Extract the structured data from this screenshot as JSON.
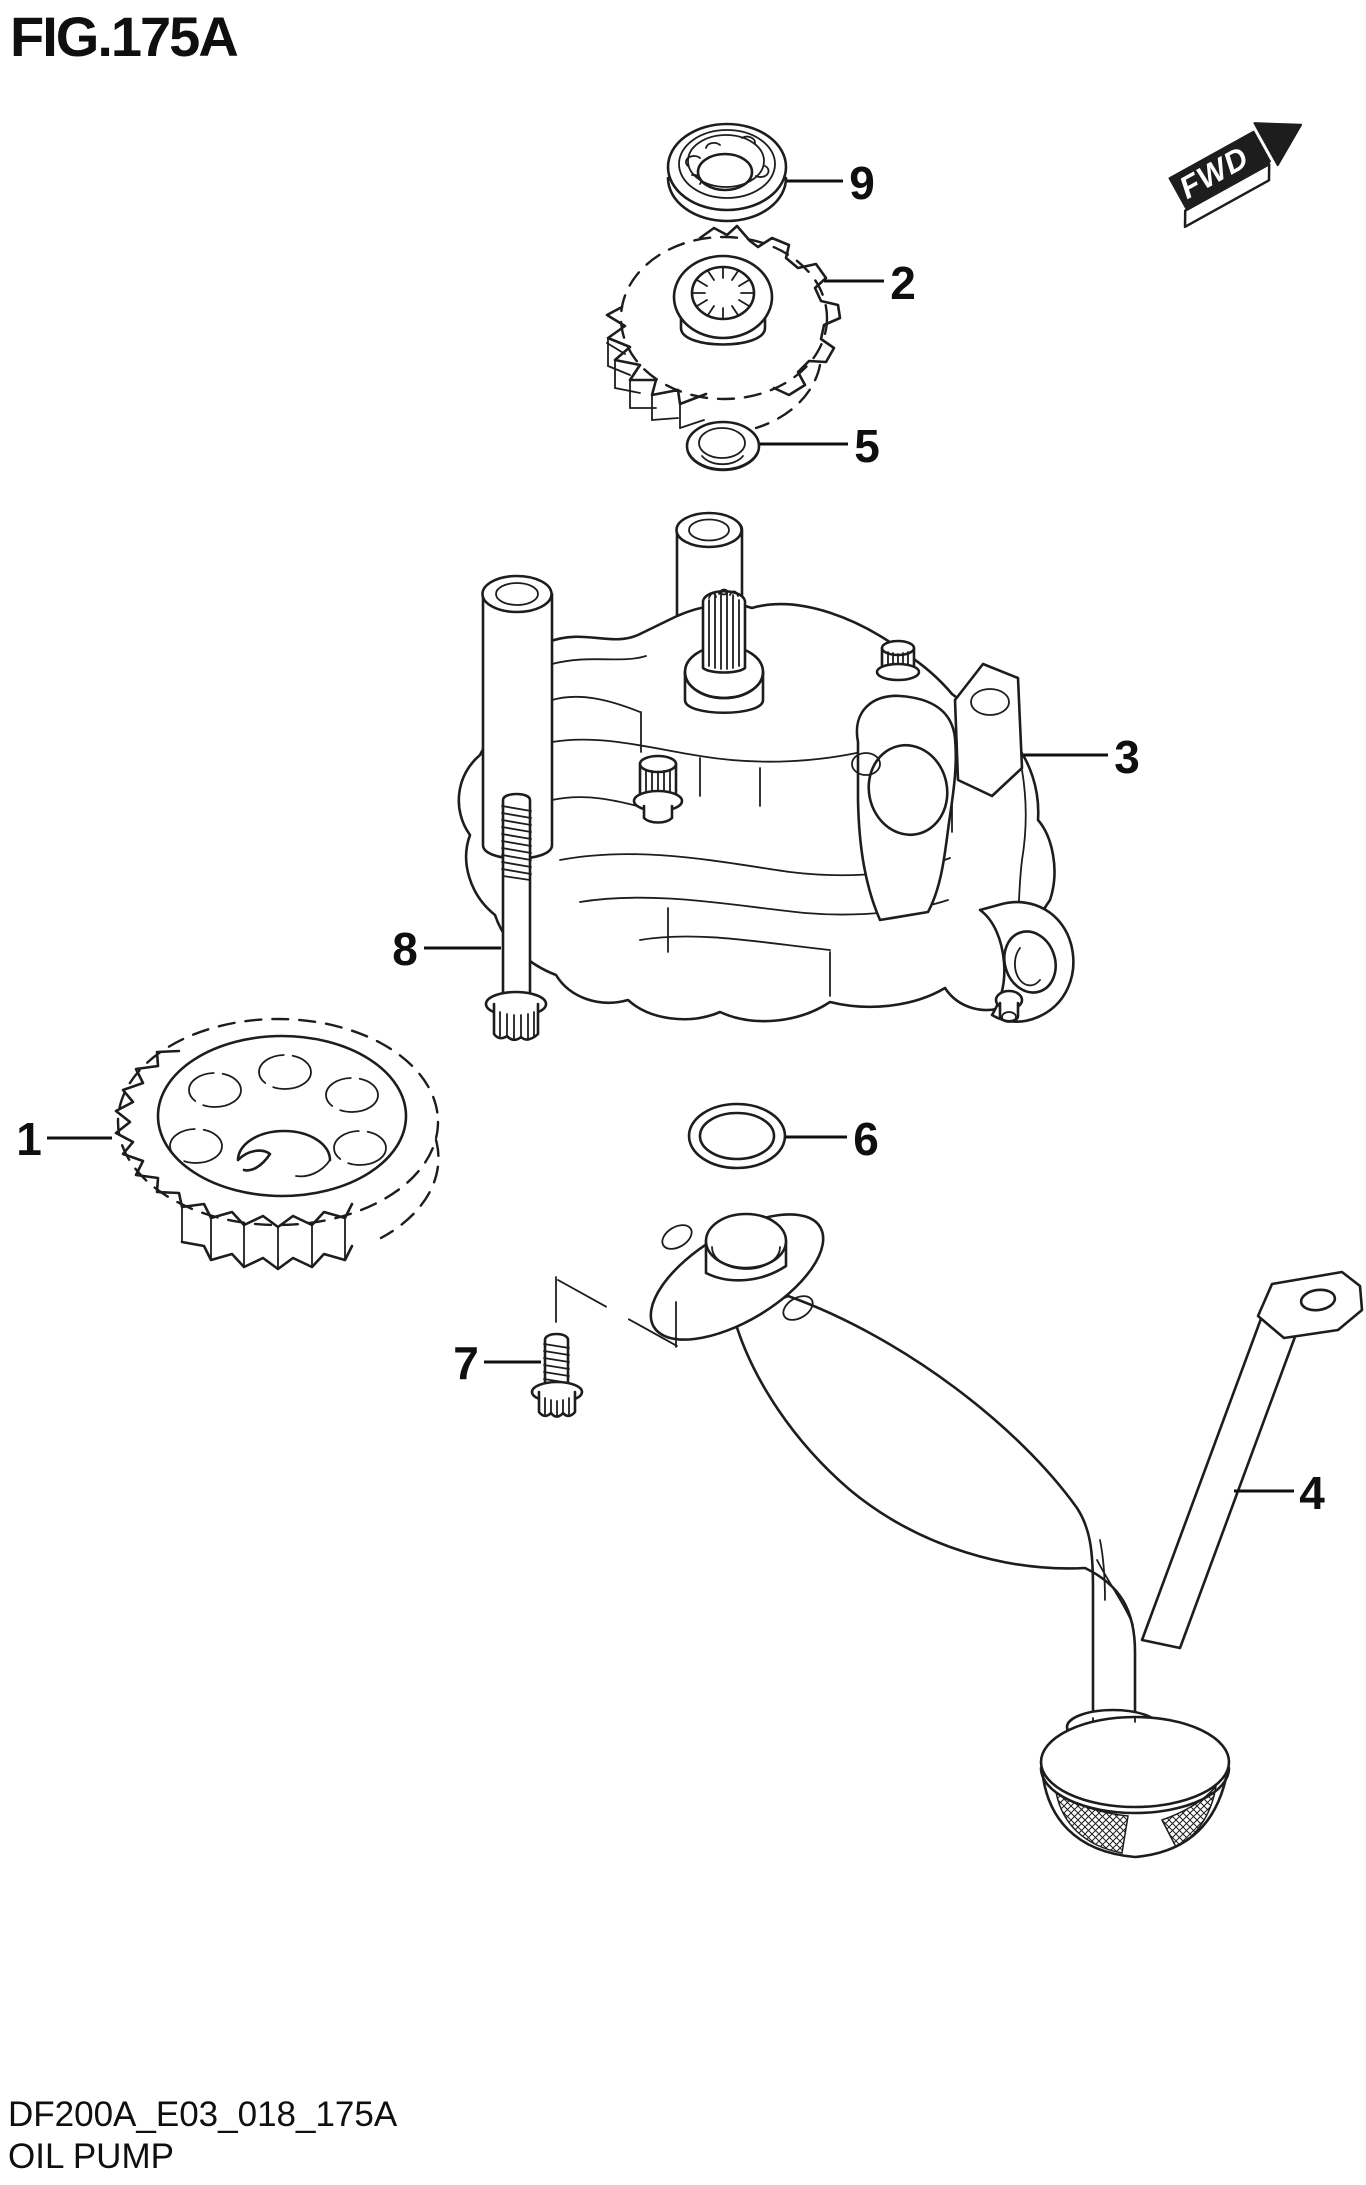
{
  "figure": {
    "title": "FIG.175A"
  },
  "direction_indicator": {
    "label": "FWD"
  },
  "callouts": {
    "c1": {
      "label": "1"
    },
    "c2": {
      "label": "2"
    },
    "c3": {
      "label": "3"
    },
    "c4": {
      "label": "4"
    },
    "c5": {
      "label": "5"
    },
    "c6": {
      "label": "6"
    },
    "c7": {
      "label": "7"
    },
    "c8": {
      "label": "8"
    },
    "c9": {
      "label": "9"
    }
  },
  "footer": {
    "drawing_code": "DF200A_E03_018_175A",
    "caption": "OIL PUMP"
  },
  "colors": {
    "line": "#1d1d1d",
    "background": "#ffffff",
    "label": "#0f0f0f"
  }
}
